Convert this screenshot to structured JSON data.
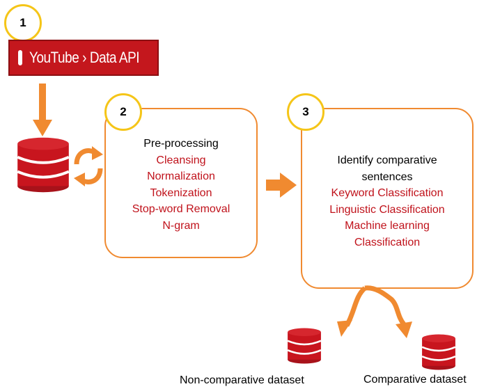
{
  "steps": {
    "one": "1",
    "two": "2",
    "three": "3"
  },
  "banner": {
    "brand": "YouTube",
    "separator": "›",
    "product": "Data API"
  },
  "preprocessing": {
    "title": "Pre-processing",
    "items": [
      "Cleansing",
      "Normalization",
      "Tokenization",
      "Stop-word Removal",
      "N-gram"
    ]
  },
  "identify": {
    "title_line1": "Identify comparative",
    "title_line2": "sentences",
    "items": [
      "Keyword Classification",
      "Linguistic Classification",
      "Machine learning",
      "Classification"
    ]
  },
  "outputs": {
    "non_comparative": "Non-comparative dataset",
    "comparative": "Comparative dataset"
  },
  "colors": {
    "accent": "#f08a30",
    "red": "#c0121b",
    "step_ring": "#f5c518",
    "database": "#c4171d"
  }
}
